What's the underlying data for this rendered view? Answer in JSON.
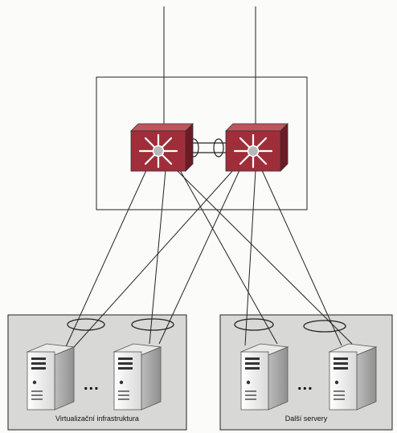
{
  "groups": [
    {
      "id": "virtualization",
      "label": "Virtualizační infrastruktura"
    },
    {
      "id": "other_servers",
      "label": "Další servery"
    }
  ],
  "ellipsis": "...",
  "colors": {
    "switch_fill": "#a02e3a",
    "switch_dark": "#6e1a24",
    "switch_light": "#c2525d",
    "group_fill": "#d8d8d6",
    "line": "#222222",
    "server_fill": "#f3f3f3"
  },
  "icons": [
    "multilayer-switch-icon",
    "server-tower-icon"
  ]
}
